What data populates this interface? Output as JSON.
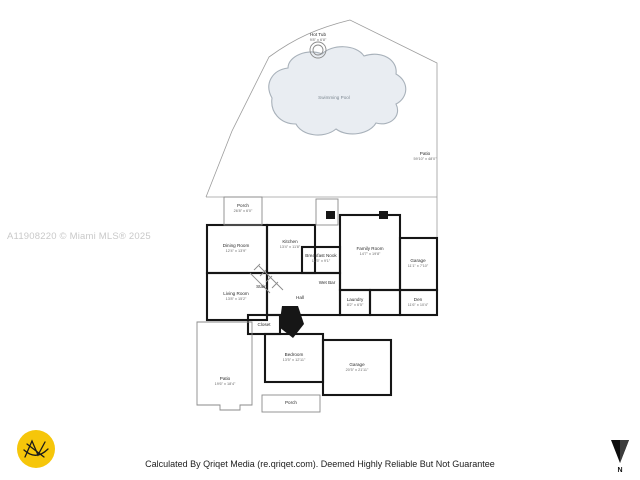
{
  "watermark": "A11908220 © Miami MLS® 2025",
  "footer": {
    "disclaimer": "Calculated By Qriqet Media (re.qriqet.com). Deemed Highly Reliable But Not Guarantee"
  },
  "compass": {
    "label": "N"
  },
  "colors": {
    "pool_fill": "#e9edf2",
    "pool_stroke": "#a8b1ba",
    "logo_yellow": "#F6C60A"
  },
  "plan": {
    "pool": {
      "label": "Swimming Pool"
    },
    "hot_tub": {
      "label": "Hot Tub",
      "dims": "9'8\" x 6'8\""
    },
    "patio_yard": {
      "label": "Patio",
      "dims": "59'10\" x 48'0\""
    },
    "rooms": [
      {
        "label": "Porch",
        "dims": "26'8\" x 6'0\""
      },
      {
        "label": "Dining Room",
        "dims": "12'4\" x 13'9\""
      },
      {
        "label": "Kitchen",
        "dims": "13'4\" x 11'8\""
      },
      {
        "label": "Breakfast Nook",
        "dims": "11'5\" x 9'1\""
      },
      {
        "label": "Family Room",
        "dims": "14'7\" x 19'8\""
      },
      {
        "label": "Garage",
        "dims": "11'1\" x 7'10\""
      },
      {
        "label": "Living Room",
        "dims": "13'8\" x 15'2\""
      },
      {
        "label": "Stairs",
        "dims": ""
      },
      {
        "label": "Hall",
        "dims": ""
      },
      {
        "label": "Wet Bar",
        "dims": ""
      },
      {
        "label": "Laundry",
        "dims": "8'2\" x 6'5\""
      },
      {
        "label": "Den",
        "dims": "11'6\" x 10'4\""
      },
      {
        "label": "Closet",
        "dims": ""
      },
      {
        "label": "Bedroom",
        "dims": "13'5\" x 12'11\""
      },
      {
        "label": "Garage",
        "dims": "20'5\" x 21'11\""
      },
      {
        "label": "Patio",
        "dims": "19'6\" x 18'4\""
      },
      {
        "label": "Porch",
        "dims": ""
      }
    ]
  }
}
